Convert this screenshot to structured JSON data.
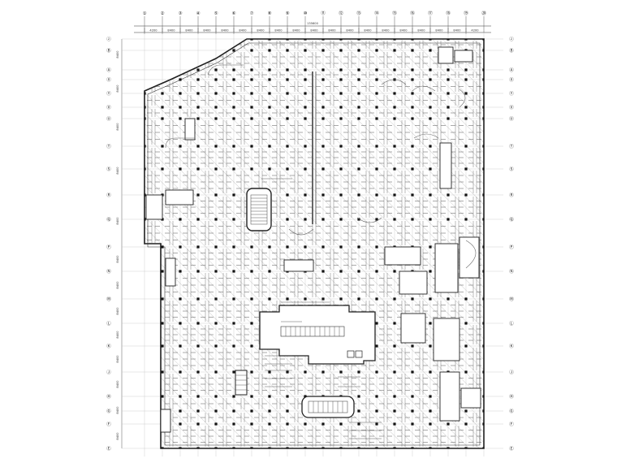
{
  "drawing": {
    "ink_color": "#2b2b2b",
    "hatch_color": "#9a9a9a",
    "paper_color": "#ffffff",
    "top_overall_dimension": "135600",
    "column_axes_top": [
      "①",
      "②",
      "③",
      "④",
      "⑤",
      "⑥",
      "⑦",
      "⑧",
      "⑨",
      "⑩",
      "⑪",
      "⑫",
      "⑬",
      "⑭",
      "⑮",
      "⑯",
      "⑰",
      "⑱",
      "⑲",
      "⑳"
    ],
    "extra_axis_top": "⑲",
    "row_axes": [
      "ⓩ",
      "Ⓑ",
      "Ⓐ",
      "Ⓧ",
      "Ⓨ",
      "Ⓥ",
      "Ⓤ",
      "Ⓣ",
      "Ⓢ",
      "Ⓡ",
      "Ⓠ",
      "Ⓟ",
      "Ⓝ",
      "Ⓜ",
      "Ⓛ",
      "Ⓚ",
      "Ⓙ",
      "Ⓗ",
      "Ⓖ",
      "Ⓕ",
      "Ⓔ"
    ],
    "top_bay_dimensions": [
      "4200",
      "8400",
      "8400",
      "8400",
      "8400",
      "8400",
      "8400",
      "8400",
      "8400",
      "8400",
      "8400",
      "8400",
      "8400",
      "8400",
      "8400",
      "8400",
      "8400",
      "8400",
      "4200"
    ],
    "left_bay_dimensions": [
      "8400",
      "8400",
      "8400",
      "8400",
      "8400",
      "8400",
      "8400",
      "8400",
      "8400",
      "8400",
      "8400",
      "8400",
      "8400"
    ]
  }
}
